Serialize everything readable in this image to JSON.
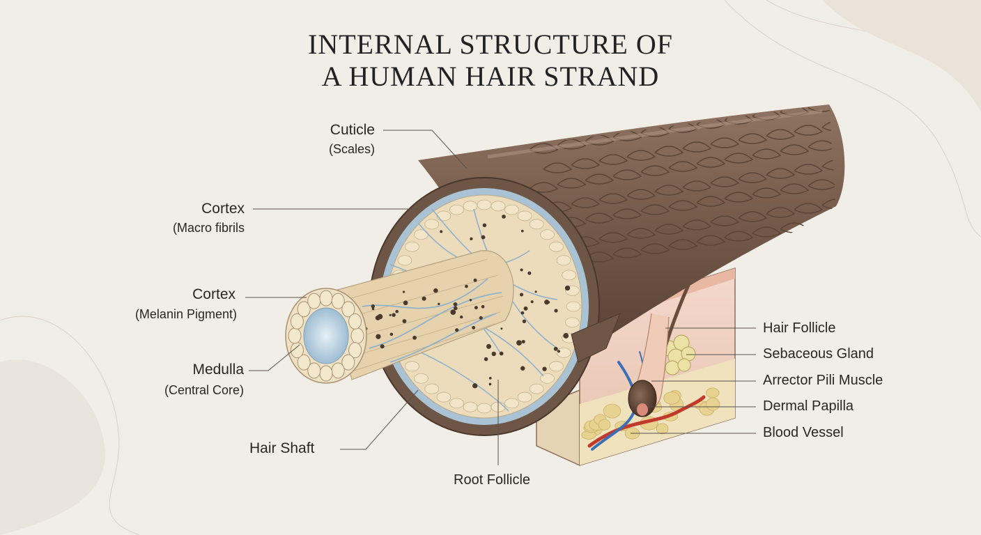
{
  "title": {
    "line1": "INTERNAL STRUCTURE OF",
    "line2": "A HUMAN HAIR STRAND"
  },
  "labels": {
    "cuticle": {
      "name": "Cuticle",
      "sub": "(Scales)"
    },
    "cortex_fibrils": {
      "name": "Cortex",
      "sub": "(Macro fibrils"
    },
    "cortex_melanin": {
      "name": "Cortex",
      "sub": "(Melanin Pigment)"
    },
    "medulla": {
      "name": "Medulla",
      "sub": "(Central Core)"
    },
    "hair_shaft": "Hair Shaft",
    "root_follicle": "Root Follicle",
    "hair_follicle": "Hair Follicle",
    "sebaceous_gland": "Sebaceous Gland",
    "arrector_pili": "Arrector Pili Muscle",
    "dermal_papilla": "Dermal Papilla",
    "blood_vessel": "Blood Vessel"
  },
  "colors": {
    "background": "#f1eee8",
    "cuticle_brown": "#7a5f4e",
    "cortex_cream": "#ecdcbc",
    "fiber_blue": "#8fb1cc",
    "pigment_dark": "#4a3a2e",
    "medulla_blue": "#bcd6e6",
    "vessel_red": "#c0392b",
    "vessel_blue": "#3b6fb6",
    "gland_yellow": "#ede2a6",
    "skin_pink": "#f1d0c0"
  }
}
